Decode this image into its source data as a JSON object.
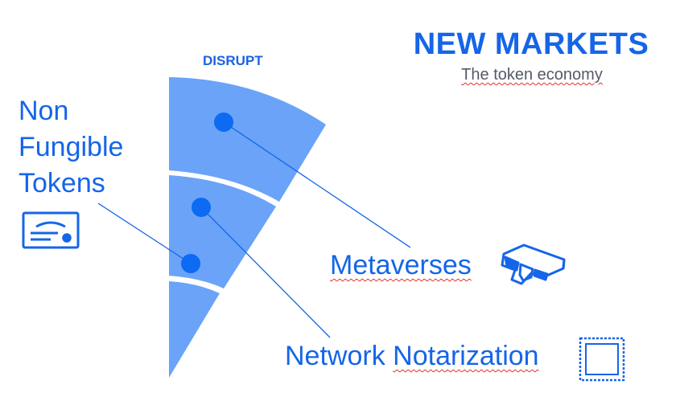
{
  "header": {
    "title": "NEW MARKETS",
    "subtitle": "The token economy"
  },
  "diagram": {
    "sector_label": "DISRUPT",
    "sector_color": "#6aa3f8",
    "dot_color": "#0d6af2",
    "accent_color": "#1565e8"
  },
  "labels": {
    "nft_line1": "Non",
    "nft_line2": "Fungible",
    "nft_line3": "Tokens",
    "metaverses": "Metaverses",
    "network_word": "Network",
    "notarization_word": "Notarization"
  },
  "icons": {
    "nft": "certificate-icon",
    "metaverses": "3d-glasses-icon",
    "notarization": "postage-stamp-icon"
  }
}
